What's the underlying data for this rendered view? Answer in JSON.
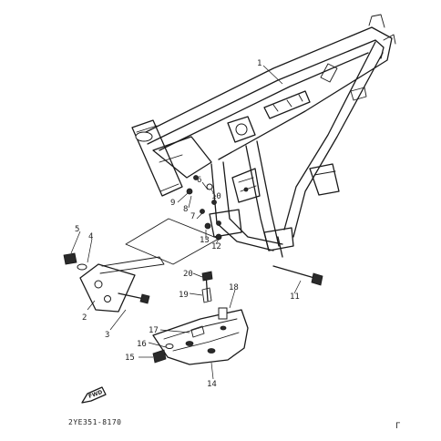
{
  "diagram": {
    "catalog_code": "2YE351-8170",
    "fwd_marker": "FWD",
    "corner_mark": "Γ",
    "callouts": [
      "1",
      "2",
      "3",
      "4",
      "5",
      "6",
      "7",
      "8",
      "9",
      "10",
      "11",
      "12",
      "13",
      "14",
      "15",
      "16",
      "17",
      "18",
      "19",
      "20"
    ]
  }
}
